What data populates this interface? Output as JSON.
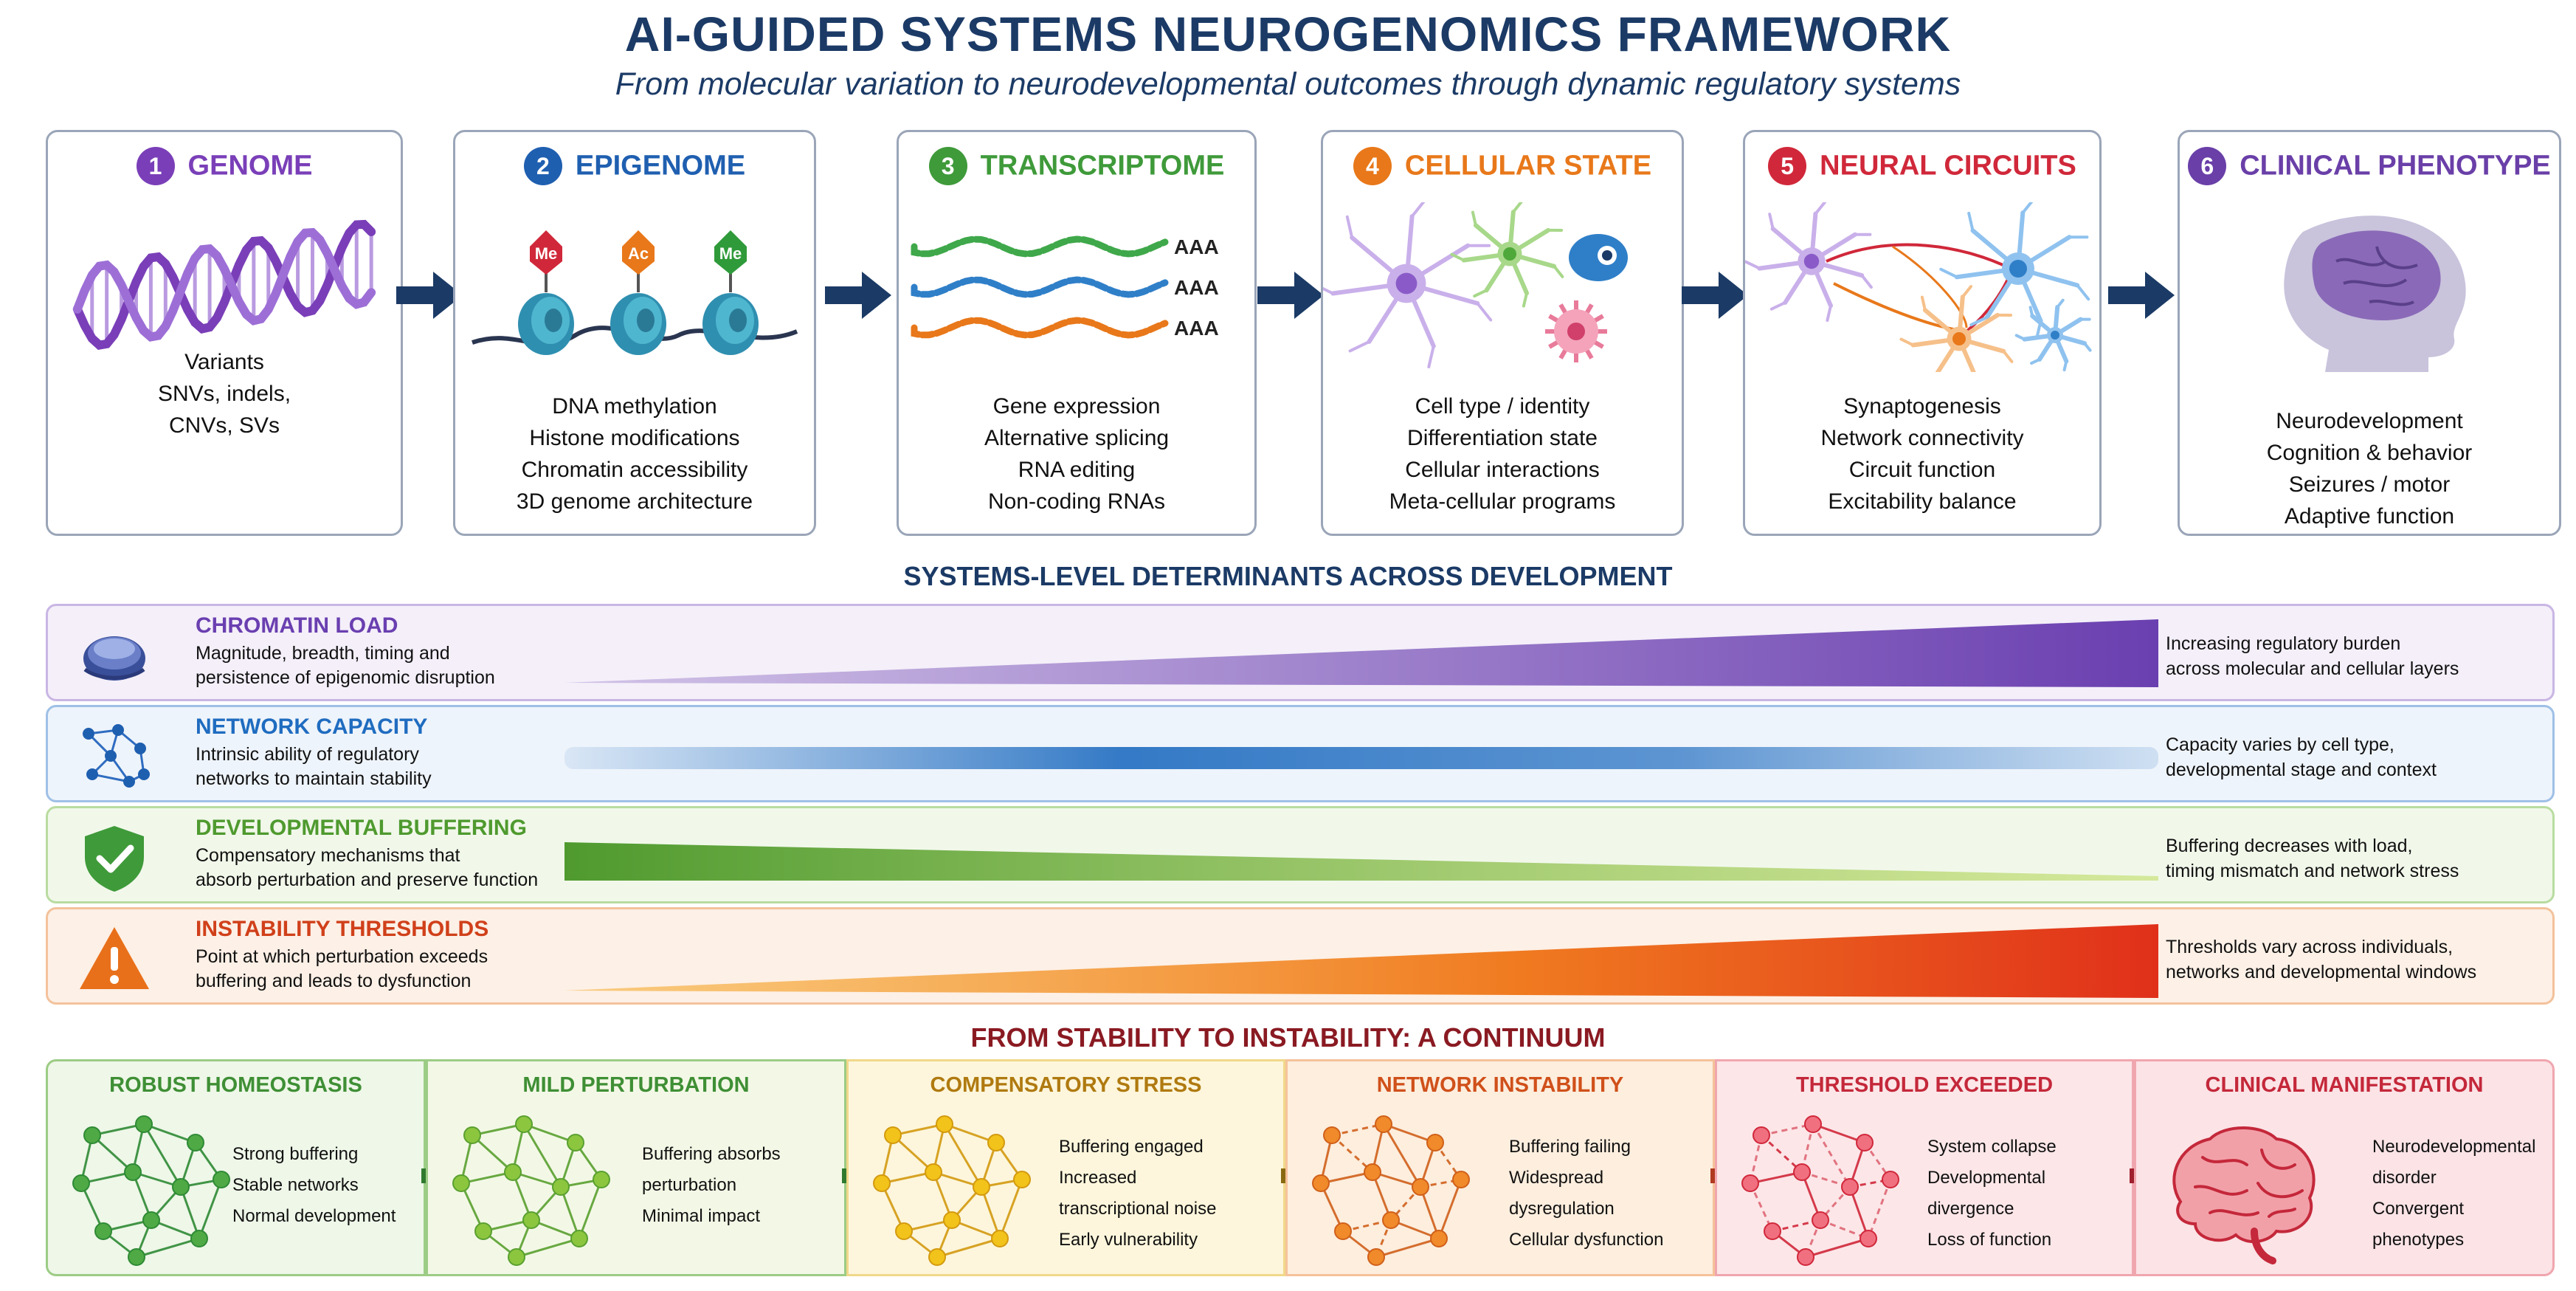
{
  "title": "AI-GUIDED SYSTEMS NEUROGENOMICS FRAMEWORK",
  "subtitle": "From molecular variation to neurodevelopmental outcomes through dynamic regulatory systems",
  "colors": {
    "navy": "#1b3a66",
    "genome": "#7a3fb8",
    "epigenome": "#1f5fb0",
    "transcriptome": "#3f9a3a",
    "cellular": "#e8781a",
    "circuits": "#d0283a",
    "clinical": "#6a3fa8"
  },
  "stages": [
    {
      "number": "1",
      "label": "GENOME",
      "icon": "dna-helix-icon",
      "lines": [
        "Variants",
        "SNVs, indels,",
        "CNVs, SVs"
      ]
    },
    {
      "number": "2",
      "label": "EPIGENOME",
      "icon": "nucleosome-icon",
      "marks": [
        "Me",
        "Ac",
        "Me"
      ],
      "lines": [
        "DNA methylation",
        "Histone modifications",
        "Chromatin accessibility",
        "3D genome architecture"
      ]
    },
    {
      "number": "3",
      "label": "TRANSCRIPTOME",
      "icon": "mrna-strands-icon",
      "poly_a": [
        "AAA",
        "AAA",
        "AAA"
      ],
      "lines": [
        "Gene expression",
        "Alternative splicing",
        "RNA editing",
        "Non-coding RNAs"
      ]
    },
    {
      "number": "4",
      "label": "CELLULAR STATE",
      "icon": "cells-icon",
      "lines": [
        "Cell type / identity",
        "Differentiation state",
        "Cellular interactions",
        "Meta-cellular programs"
      ]
    },
    {
      "number": "5",
      "label": "NEURAL CIRCUITS",
      "icon": "neuron-network-icon",
      "lines": [
        "Synaptogenesis",
        "Network connectivity",
        "Circuit function",
        "Excitability balance"
      ]
    },
    {
      "number": "6",
      "label": "CLINICAL PHENOTYPE",
      "icon": "child-head-brain-icon",
      "lines": [
        "Neurodevelopment",
        "Cognition & behavior",
        "Seizures / motor",
        "Adaptive function"
      ]
    }
  ],
  "determinants": {
    "title": "SYSTEMS-LEVEL DETERMINANTS ACROSS DEVELOPMENT",
    "bands": [
      {
        "title": "CHROMATIN LOAD",
        "desc": [
          "Magnitude, breadth, timing and",
          "persistence of epigenomic disruption"
        ],
        "note": [
          "Increasing regulatory burden",
          "across molecular and cellular layers"
        ],
        "icon": "chromatin-icon",
        "color": "#6a3fb0",
        "trend": "increasing"
      },
      {
        "title": "NETWORK CAPACITY",
        "desc": [
          "Intrinsic ability of regulatory",
          "networks to maintain stability"
        ],
        "note": [
          "Capacity varies by cell type,",
          "developmental stage and context"
        ],
        "icon": "network-icon",
        "color": "#1f6cc0",
        "trend": "variable"
      },
      {
        "title": "DEVELOPMENTAL BUFFERING",
        "desc": [
          "Compensatory mechanisms that",
          "absorb perturbation and preserve function"
        ],
        "note": [
          "Buffering decreases with load,",
          "timing mismatch and network stress"
        ],
        "icon": "shield-check-icon",
        "color": "#4f9a2f",
        "trend": "decreasing"
      },
      {
        "title": "INSTABILITY THRESHOLDS",
        "desc": [
          "Point at which perturbation exceeds",
          "buffering and leads to dysfunction"
        ],
        "note": [
          "Thresholds vary across individuals,",
          "networks and developmental windows"
        ],
        "icon": "warning-icon",
        "color": "#e0501a",
        "trend": "increasing"
      }
    ]
  },
  "continuum": {
    "title": "FROM STABILITY TO INSTABILITY: A CONTINUUM",
    "stages": [
      {
        "label": "ROBUST HOMEOSTASIS",
        "lines": [
          "Strong buffering",
          "Stable networks",
          "Normal development"
        ],
        "color": "#3f8f35",
        "bg": "#eef7e8"
      },
      {
        "label": "MILD PERTURBATION",
        "lines": [
          "Buffering absorbs",
          "perturbation",
          "Minimal impact"
        ],
        "color": "#3f8f35",
        "bg": "#f3f8e6"
      },
      {
        "label": "COMPENSATORY STRESS",
        "lines": [
          "Buffering engaged",
          "Increased",
          "transcriptional noise",
          "Early vulnerability"
        ],
        "color": "#b07a10",
        "bg": "#fdf6dc"
      },
      {
        "label": "NETWORK INSTABILITY",
        "lines": [
          "Buffering failing",
          "Widespread",
          "dysregulation",
          "Cellular dysfunction"
        ],
        "color": "#d0501a",
        "bg": "#fdeede"
      },
      {
        "label": "THRESHOLD EXCEEDED",
        "lines": [
          "System collapse",
          "Developmental",
          "divergence",
          "Loss of function"
        ],
        "color": "#c4283a",
        "bg": "#fce6e8"
      },
      {
        "label": "CLINICAL MANIFESTATION",
        "lines": [
          "Neurodevelopmental",
          "disorder",
          "Convergent",
          "phenotypes"
        ],
        "color": "#c4283a",
        "bg": "#fbe3e6"
      }
    ]
  }
}
